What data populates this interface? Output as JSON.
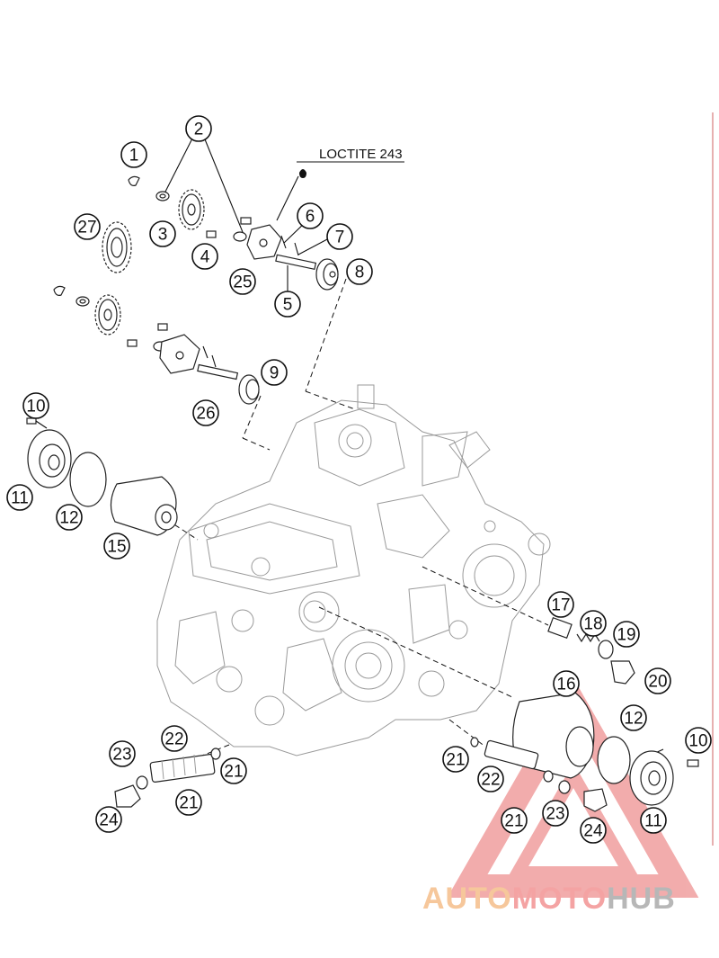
{
  "note_loctite": "LOCTITE 243",
  "callouts": [
    "1",
    "2",
    "3",
    "4",
    "5",
    "6",
    "7",
    "8",
    "9",
    "10",
    "11",
    "12",
    "15",
    "16",
    "17",
    "18",
    "19",
    "20",
    "21",
    "22",
    "23",
    "24",
    "25",
    "26",
    "27"
  ],
  "watermark": {
    "part1": "AUTO",
    "part2": "MOTO",
    "part3": "HUB"
  },
  "colors": {
    "watermark_red": "#e86a6a",
    "watermark_orange": "#f3b27a",
    "watermark_gray": "#9e9e9e"
  }
}
